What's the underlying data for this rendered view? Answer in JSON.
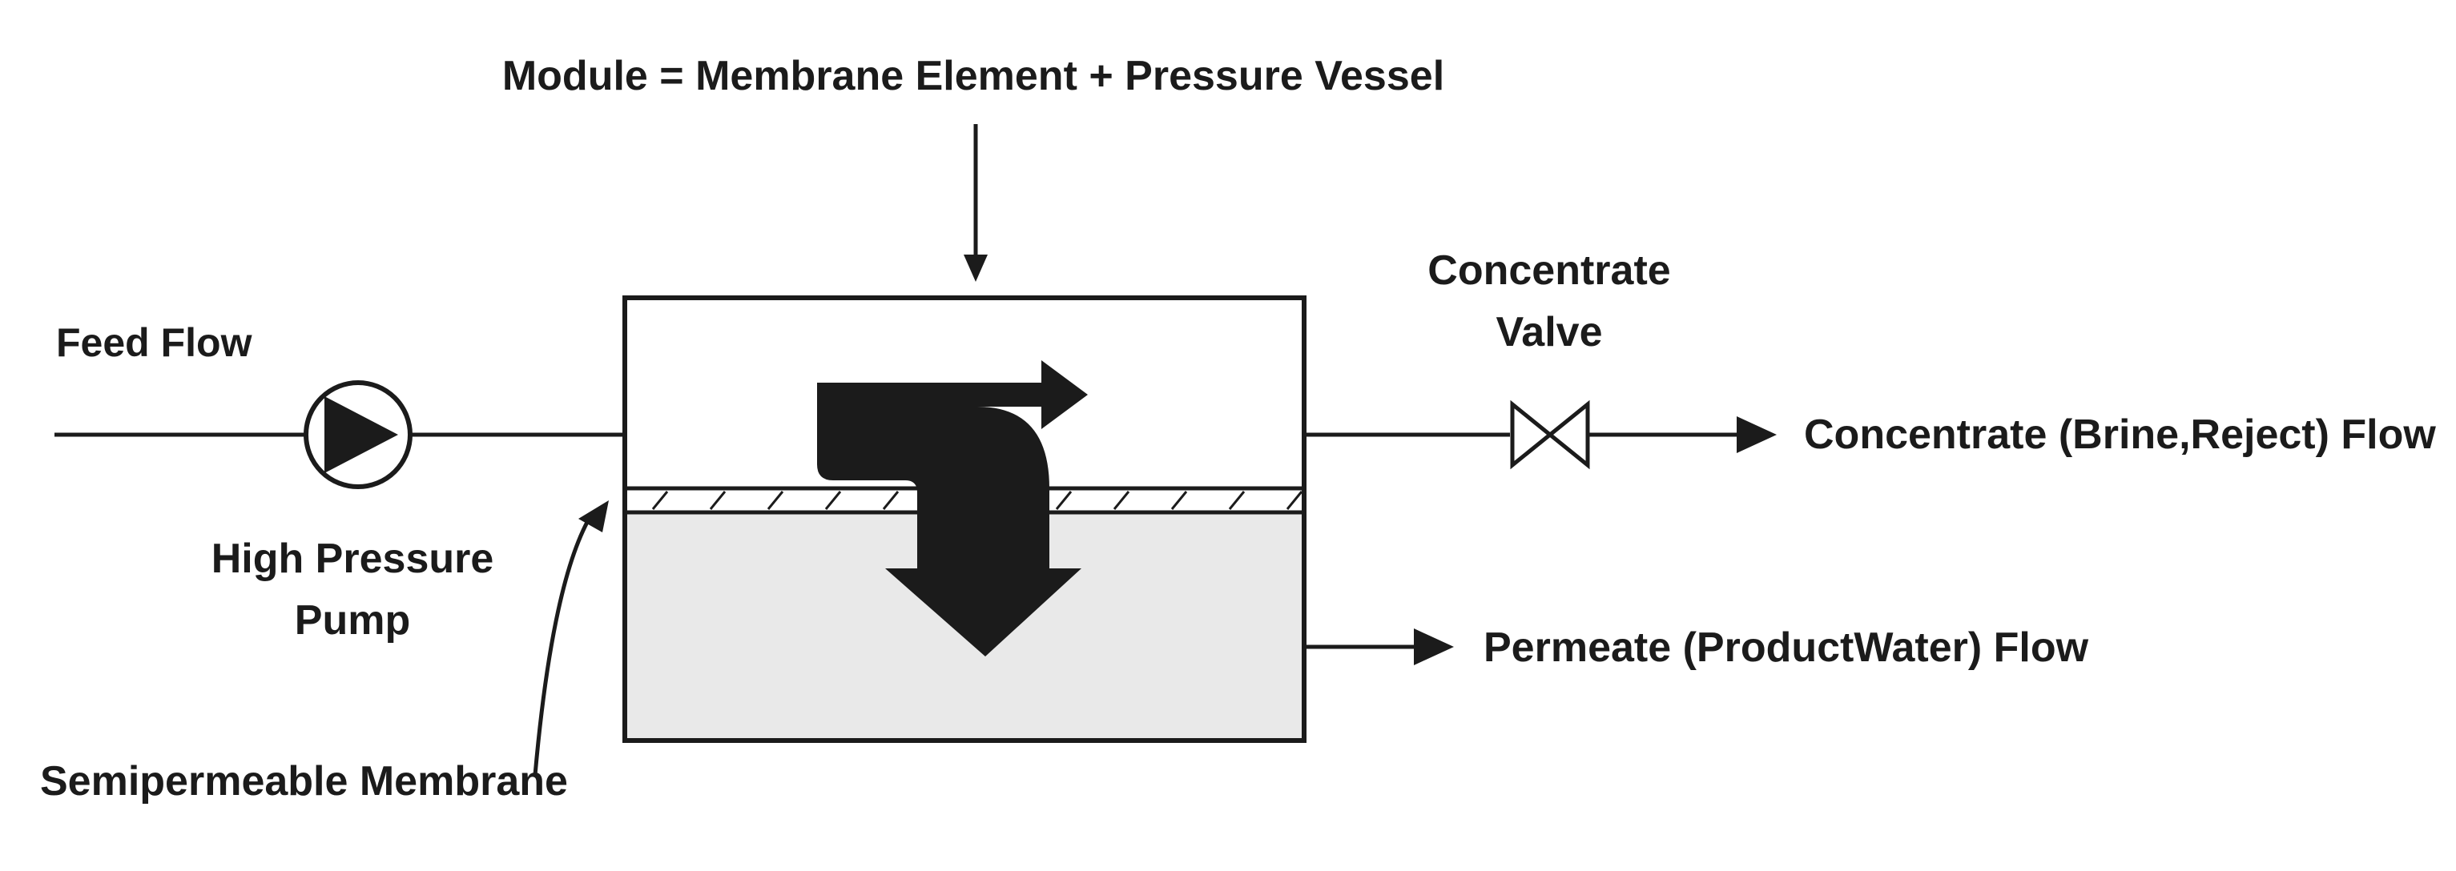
{
  "diagram": {
    "module_label": "Module = Membrane Element + Pressure Vessel",
    "feed_label": "Feed Flow",
    "pump_label_line1": "High Pressure",
    "pump_label_line2": "Pump",
    "valve_label_line1": "Concentrate",
    "valve_label_line2": "Valve",
    "concentrate_label": "Concentrate (Brine,Reject) Flow",
    "permeate_label": "Permeate (ProductWater) Flow",
    "membrane_label": "Semipermeable Membrane"
  },
  "colors": {
    "line": "#1b1b1b",
    "permeate_fill": "#e9e9e9",
    "background": "#ffffff"
  }
}
